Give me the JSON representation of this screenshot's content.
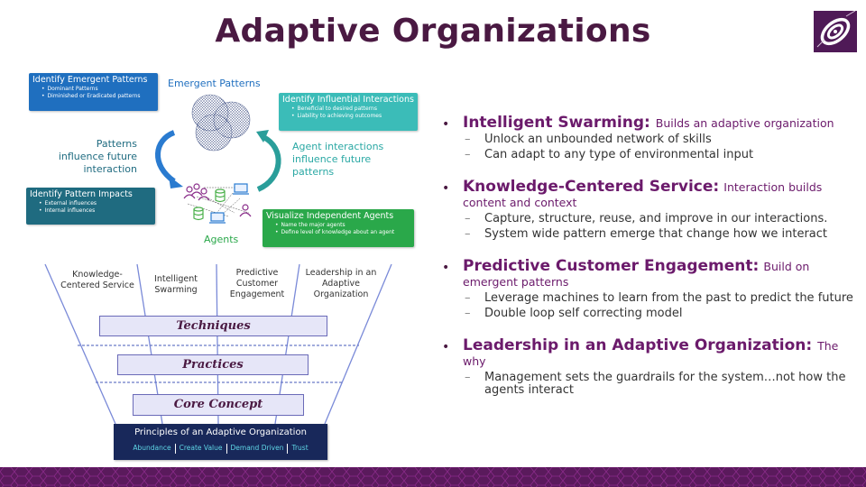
{
  "page": {
    "title": "Adaptive Organizations",
    "logo": "spiral-logo-icon"
  },
  "cycle": {
    "emergent_label": "Emergent Patterns",
    "agents_label": "Agents",
    "left_arrow_text": [
      "Patterns",
      "influence future",
      "interaction"
    ],
    "right_arrow_text": [
      "Agent interactions",
      "influence future",
      "patterns"
    ],
    "boxes": {
      "emergent": {
        "title": "Identify Emergent Patterns",
        "items": [
          "Dominant Patterns",
          "Diminished or Eradicated patterns"
        ],
        "color": "#1f6fbf"
      },
      "influential": {
        "title": "Identify Influential Interactions",
        "items": [
          "Beneficial to desired patterns",
          "Liability to achieving outcomes"
        ],
        "color": "#3bbcb8"
      },
      "impacts": {
        "title": "Identify Pattern Impacts",
        "items": [
          "External influences",
          "Internal influences"
        ],
        "color": "#1f6b80"
      },
      "agents": {
        "title": "Visualize Independent Agents",
        "items": [
          "Name the major agents",
          "Define level of knowledge about an agent"
        ],
        "color": "#2aa84a"
      }
    }
  },
  "funnel": {
    "pillars": [
      [
        "Knowledge-",
        "Centered Service"
      ],
      [
        "Intelligent",
        "Swarming"
      ],
      [
        "Predictive",
        "Customer",
        "Engagement"
      ],
      [
        "Leadership in an",
        "Adaptive",
        "Organization"
      ]
    ],
    "tiers": [
      "Techniques",
      "Practices",
      "Core Concept"
    ],
    "principles_title": "Principles of an Adaptive Organization",
    "principles_values": [
      "Abundance",
      "Create Value",
      "Demand Driven",
      "Trust"
    ]
  },
  "bullets": [
    {
      "key": "Intelligent Swarming",
      "desc": "Builds an adaptive organization",
      "subs": [
        "Unlock an unbounded network of skills",
        "Can adapt to any type of environmental input"
      ]
    },
    {
      "key": "Knowledge-Centered Service:",
      "desc": "Interaction builds content and context",
      "subs": [
        "Capture, structure, reuse, and improve in our interactions.",
        "System wide pattern emerge that change how we interact"
      ]
    },
    {
      "key": "Predictive Customer Engagement:",
      "desc": "Build on emergent patterns",
      "subs": [
        "Leverage machines to learn from the past to predict the future",
        "Double loop self correcting model"
      ]
    },
    {
      "key": "Leadership in an Adaptive Organization",
      "desc": "The why",
      "subs": [
        "Management sets the guardrails for the system…not how the agents interact"
      ]
    }
  ],
  "colors": {
    "title": "#4a1942",
    "accent": "#6b1a6b",
    "footer": "#5a1a5c"
  }
}
